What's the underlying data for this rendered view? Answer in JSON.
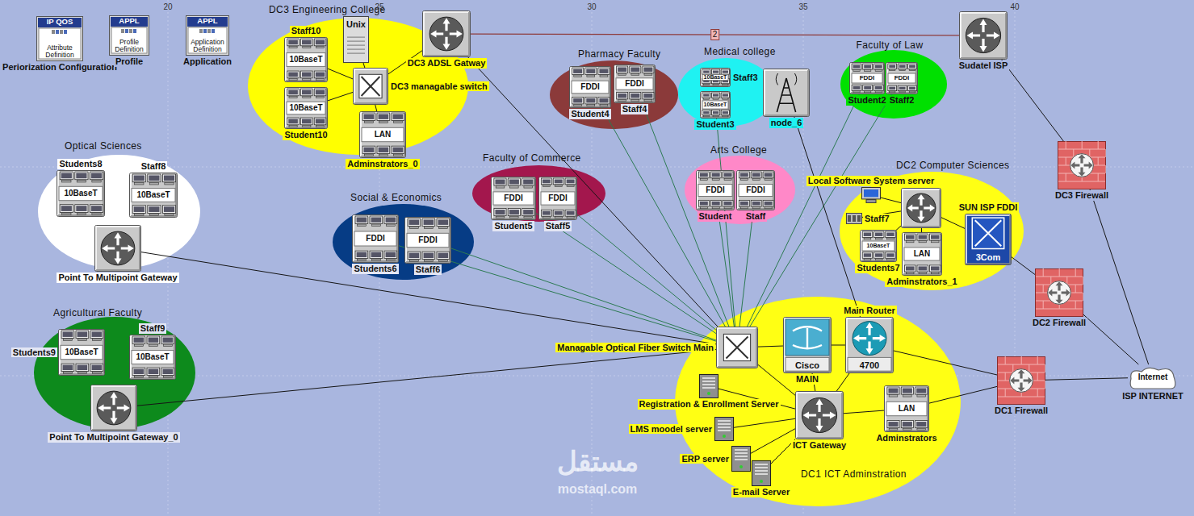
{
  "diagram": {
    "nodes": [
      {
        "text": [
          "IP QOS",
          "Attribute Definition",
          "Periorization Configuration"
        ]
      },
      {
        "text": [
          "APPL",
          "Profile Definition",
          "Profile"
        ]
      },
      {
        "text": [
          "APPL",
          "Application Definition",
          "Application"
        ]
      },
      {
        "text": [
          "DC3 Engineering College"
        ]
      },
      {
        "text": [
          "Staff10",
          "10BaseT"
        ],
        "in": 3
      },
      {
        "text": [
          "10BaseT",
          "Student10"
        ],
        "in": 3
      },
      {
        "text": [
          "Unix"
        ],
        "in": 3
      },
      {
        "text": [
          "DC3 managable switch"
        ],
        "in": 3
      },
      {
        "text": [
          "LAN",
          "Adminstrators_0"
        ],
        "in": 3
      },
      {
        "text": [
          "DC3 ADSL Gatway"
        ],
        "in": 3
      },
      {
        "text": [
          "Pharmacy Faculty"
        ]
      },
      {
        "text": [
          "FDDI",
          "Student4"
        ],
        "in": 10
      },
      {
        "text": [
          "FDDI",
          "Staff4"
        ],
        "in": 10
      },
      {
        "text": [
          "Medical college"
        ]
      },
      {
        "text": [
          "10BaseT",
          "Staff3"
        ],
        "in": 13
      },
      {
        "text": [
          "10BaseT",
          "Student3"
        ],
        "in": 13
      },
      {
        "text": [
          "node_6"
        ],
        "in": 13
      },
      {
        "text": [
          "Faculty of Law"
        ]
      },
      {
        "text": [
          "FDDI",
          "Student2"
        ],
        "in": 17
      },
      {
        "text": [
          "FDDI",
          "Staff2"
        ],
        "in": 17
      },
      {
        "text": [
          "Arts College"
        ]
      },
      {
        "text": [
          "FDDI",
          "Student"
        ],
        "in": 20
      },
      {
        "text": [
          "FDDI",
          "Staff"
        ],
        "in": 20
      },
      {
        "text": [
          "Faculty of Commerce"
        ]
      },
      {
        "text": [
          "FDDI",
          "Student5"
        ],
        "in": 23
      },
      {
        "text": [
          "FDDI",
          "Staff5"
        ],
        "in": 23
      },
      {
        "text": [
          "Social & Economics"
        ]
      },
      {
        "text": [
          "FDDI",
          "Students6"
        ],
        "in": 26
      },
      {
        "text": [
          "FDDI",
          "Staff6"
        ],
        "in": 26
      },
      {
        "text": [
          "Optical Sciences"
        ]
      },
      {
        "text": [
          "Students8",
          "10BaseT"
        ],
        "in": 29
      },
      {
        "text": [
          "Staff8",
          "10BaseT"
        ],
        "in": 29
      },
      {
        "text": [
          "Point To Multipoint Gateway"
        ],
        "in": 29
      },
      {
        "text": [
          "Agricultural Faculty"
        ]
      },
      {
        "text": [
          "Students9",
          "10BaseT"
        ],
        "in": 33
      },
      {
        "text": [
          "Staff9",
          "10BaseT"
        ],
        "in": 33
      },
      {
        "text": [
          "Point To Multipoint Gateway_0"
        ],
        "in": 33
      },
      {
        "text": [
          "DC2 Computer Sciences"
        ]
      },
      {
        "text": [
          "Local Software System server"
        ],
        "in": 37
      },
      {
        "text": [
          "Staff7"
        ],
        "in": 37
      },
      {
        "text": [
          "10BaseT",
          "Students7"
        ],
        "in": 37
      },
      {
        "text": [
          "LAN",
          "Adminstrators_1"
        ],
        "in": 37
      },
      {
        "text": [
          "SUN ISP FDDI",
          "3Com"
        ],
        "in": 37
      },
      {
        "text": [
          "DC1 ICT Adminstration"
        ]
      },
      {
        "text": [
          "Managable Optical Fiber Switch Main"
        ],
        "in": 43
      },
      {
        "text": [
          "Cisco",
          "MAIN"
        ],
        "in": 43
      },
      {
        "text": [
          "Main Router",
          "4700"
        ],
        "in": 43
      },
      {
        "text": [
          "Registration & Enrollment Server"
        ],
        "in": 43
      },
      {
        "text": [
          "LMS moodel server"
        ],
        "in": 43
      },
      {
        "text": [
          "ERP server"
        ],
        "in": 43
      },
      {
        "text": [
          "E-mail Server"
        ],
        "in": 43
      },
      {
        "text": [
          "ICT Gateway"
        ],
        "in": 43
      },
      {
        "text": [
          "LAN",
          "Adminstrators"
        ],
        "in": 43
      },
      {
        "text": [
          "Sudatel ISP"
        ]
      },
      {
        "text": [
          "DC3 Firewall"
        ]
      },
      {
        "text": [
          "DC2 Firewall"
        ]
      },
      {
        "text": [
          "DC1 Firewall"
        ]
      },
      {
        "text": [
          "Internet",
          "ISP INTERNET"
        ]
      }
    ],
    "edges": [
      {
        "from": 9,
        "to": 53,
        "label": "2",
        "arrow": "none"
      },
      {
        "from": 9,
        "to": 44,
        "arrow": "none"
      },
      {
        "from": 53,
        "to": 54,
        "arrow": "none"
      },
      {
        "from": 54,
        "to": 57,
        "arrow": "none"
      },
      {
        "from": 42,
        "to": 55,
        "arrow": "none"
      },
      {
        "from": 55,
        "to": 57,
        "arrow": "none"
      },
      {
        "from": 56,
        "to": 57,
        "arrow": "none"
      },
      {
        "from": 46,
        "to": 56,
        "arrow": "none"
      },
      {
        "from": 52,
        "to": 56,
        "arrow": "none"
      },
      {
        "from": 44,
        "to": 11,
        "arrow": "none"
      },
      {
        "from": 44,
        "to": 12,
        "arrow": "none"
      },
      {
        "from": 44,
        "to": 15,
        "arrow": "none"
      },
      {
        "from": 44,
        "to": 18,
        "arrow": "none"
      },
      {
        "from": 44,
        "to": 19,
        "arrow": "none"
      },
      {
        "from": 44,
        "to": 21,
        "arrow": "none"
      },
      {
        "from": 44,
        "to": 22,
        "arrow": "none"
      },
      {
        "from": 44,
        "to": 24,
        "arrow": "none"
      },
      {
        "from": 44,
        "to": 25,
        "arrow": "none"
      },
      {
        "from": 44,
        "to": 27,
        "arrow": "none"
      },
      {
        "from": 44,
        "to": 28,
        "arrow": "none"
      },
      {
        "from": 44,
        "to": 32,
        "arrow": "none"
      },
      {
        "from": 44,
        "to": 36,
        "arrow": "none"
      },
      {
        "from": 44,
        "to": 45,
        "arrow": "none"
      },
      {
        "from": 45,
        "to": 46,
        "arrow": "none"
      },
      {
        "from": 44,
        "to": 51,
        "arrow": "none"
      },
      {
        "from": 45,
        "to": 51,
        "arrow": "none"
      },
      {
        "from": 46,
        "to": 51,
        "arrow": "none"
      },
      {
        "from": 51,
        "to": 47,
        "arrow": "none"
      },
      {
        "from": 51,
        "to": 48,
        "arrow": "none"
      },
      {
        "from": 51,
        "to": 49,
        "arrow": "none"
      },
      {
        "from": 51,
        "to": 50,
        "arrow": "none"
      },
      {
        "from": 51,
        "to": 52,
        "arrow": "none"
      },
      {
        "from": 16,
        "to": 46,
        "arrow": "none"
      },
      {
        "from": 4,
        "to": 7,
        "arrow": "none"
      },
      {
        "from": 5,
        "to": 7,
        "arrow": "none"
      },
      {
        "from": 8,
        "to": 7,
        "arrow": "none"
      },
      {
        "from": 6,
        "to": 7,
        "arrow": "none"
      },
      {
        "from": 7,
        "to": 9,
        "arrow": "none"
      }
    ],
    "labels": [
      "20",
      "25",
      "30",
      "35",
      "40",
      "مستقل",
      "mostaql.com"
    ]
  }
}
